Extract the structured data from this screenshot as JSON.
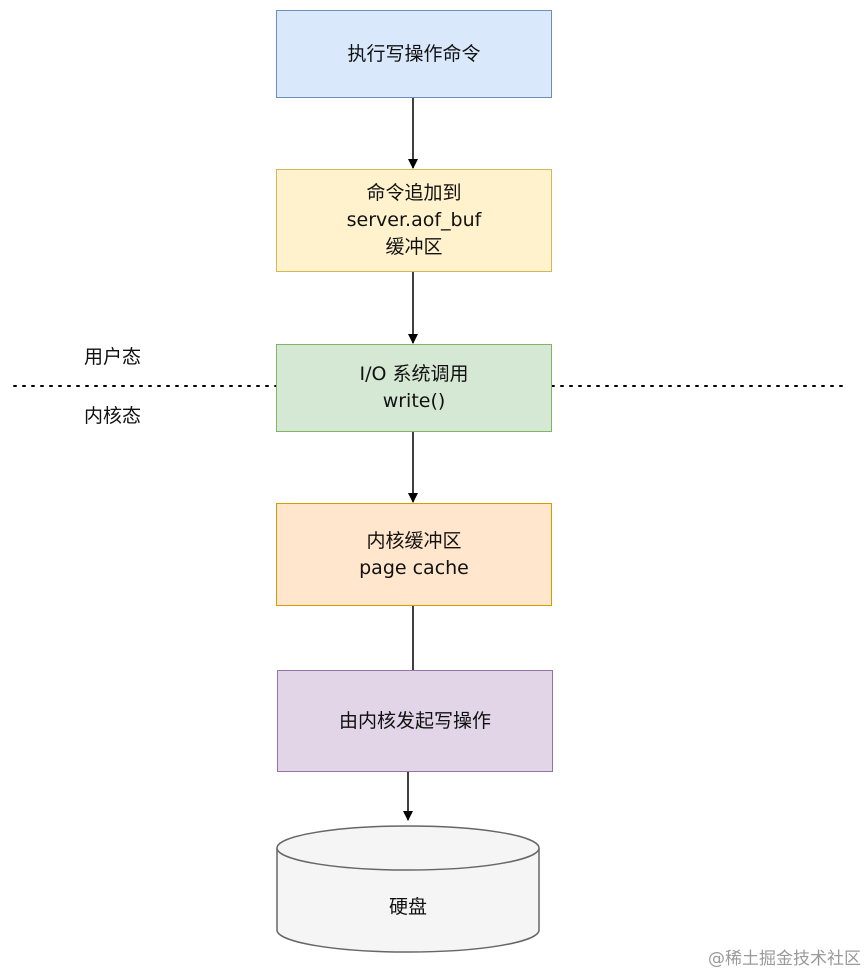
{
  "nodes": {
    "write_cmd": {
      "lines": [
        "执行写操作命令"
      ],
      "fill": "#dae8fc",
      "stroke": "#6c8ebf"
    },
    "aof_buf": {
      "lines": [
        "命令追加到",
        "server.aof_buf",
        "缓冲区"
      ],
      "fill": "#fff2cc",
      "stroke": "#d6b656"
    },
    "syscall": {
      "lines": [
        "I/O 系统调用",
        "write()"
      ],
      "fill": "#d5e8d4",
      "stroke": "#82b366"
    },
    "page_cache": {
      "lines": [
        "内核缓冲区",
        "page cache"
      ],
      "fill": "#ffe6cc",
      "stroke": "#d79b00"
    },
    "kernel_write": {
      "lines": [
        "由内核发起写操作"
      ],
      "fill": "#e1d5e7",
      "stroke": "#9673a6"
    },
    "disk": {
      "label": "硬盘",
      "fill": "#f5f5f5",
      "stroke": "#666666"
    }
  },
  "zones": {
    "user_mode": "用户态",
    "kernel_mode": "内核态"
  },
  "watermark": "@稀土掘金技术社区"
}
